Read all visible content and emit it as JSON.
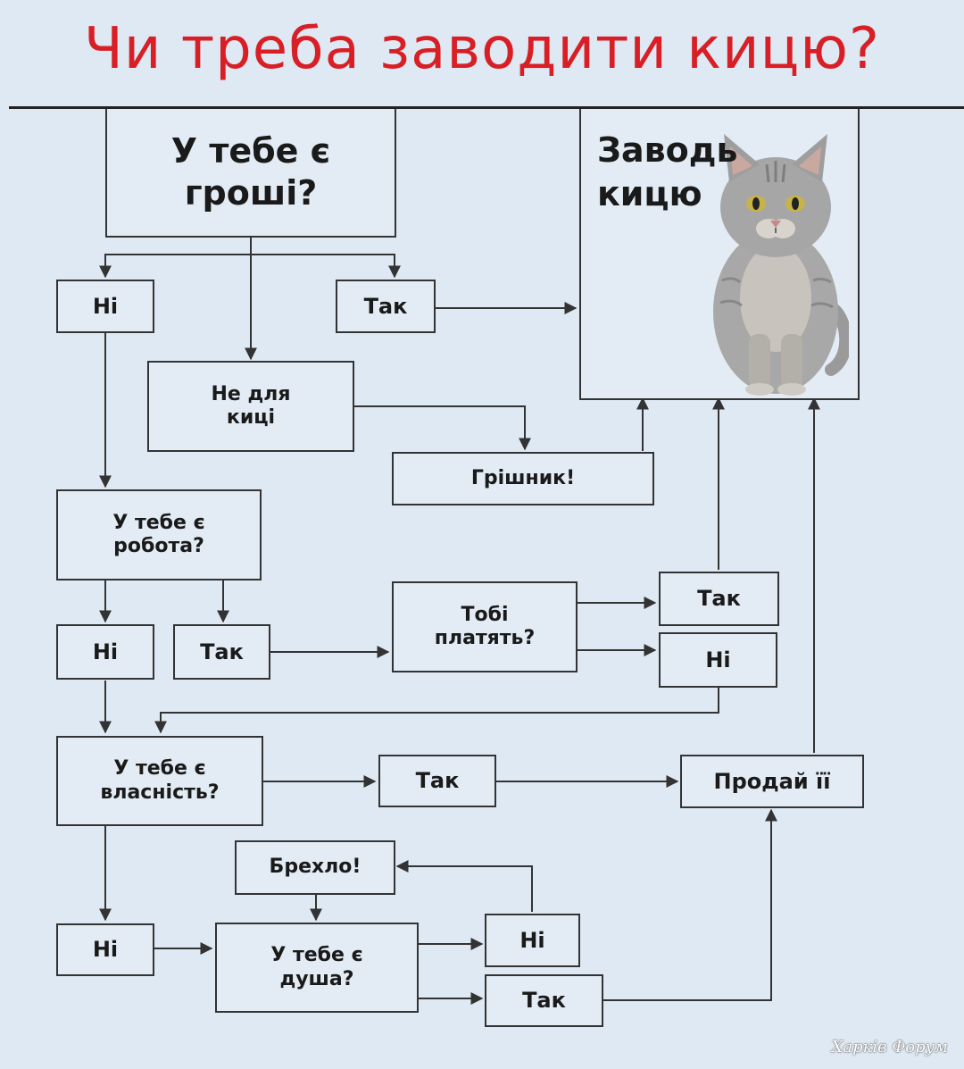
{
  "title": "Чи треба заводити кицю?",
  "nodes": {
    "money_q": "У тебе є гроші?",
    "money_no": "Ні",
    "money_yes": "Так",
    "not_for_cat": "Не для киці",
    "sinner": "Грішник!",
    "job_q": "У тебе є робота?",
    "job_no": "Ні",
    "job_yes": "Так",
    "paid_q": "Тобі платять?",
    "paid_yes": "Так",
    "paid_no": "Ні",
    "property_q": "У тебе є власність?",
    "property_yes": "Так",
    "sell_it": "Продай її",
    "liar": "Брехло!",
    "property_no": "Ні",
    "soul_q": "У тебе є душа?",
    "soul_no": "Ні",
    "soul_yes": "Так",
    "get_cat": "Заводь кицю"
  },
  "watermark": "Харків Форум",
  "colors": {
    "title": "#d81f26",
    "background": "#dfe9f4",
    "line": "#333333"
  }
}
